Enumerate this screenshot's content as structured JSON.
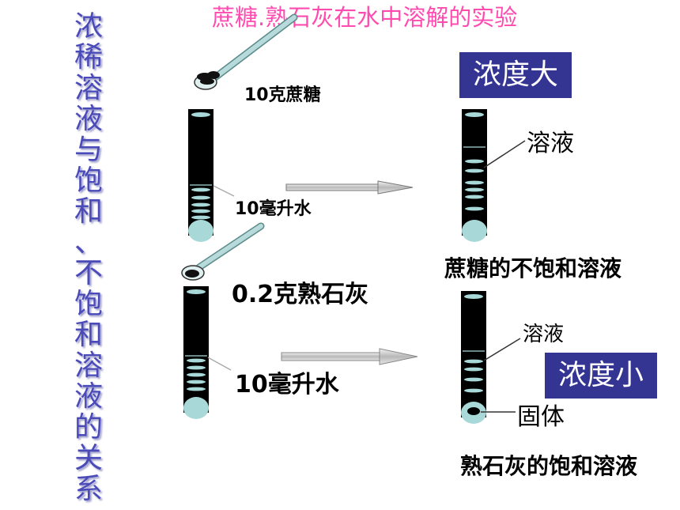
{
  "side_title": [
    "浓",
    "稀",
    "溶",
    "液",
    "与",
    "饱",
    "和",
    "、",
    "不",
    "饱",
    "和",
    "溶",
    "液",
    "的",
    "关",
    "系"
  ],
  "top_title": "蔗糖.熟石灰在水中溶解的实验",
  "labels": {
    "sugar_amount": "10克蔗糖",
    "water_1": "10毫升水",
    "lime_amount": "0.2克熟石灰",
    "water_2": "10毫升水",
    "solution_1": "溶液",
    "solution_2": "溶液",
    "solid": "固体",
    "unsaturated": "蔗糖的不饱和溶液",
    "saturated": "熟石灰的饱和溶液"
  },
  "boxes": {
    "high_concentration": "浓度大",
    "low_concentration": "浓度小"
  },
  "colors": {
    "side_title": "#4a4ab8",
    "top_title": "#ff4bb0",
    "box_bg": "#343493",
    "tube": "#000000",
    "liquid": "#a8d8d8"
  }
}
